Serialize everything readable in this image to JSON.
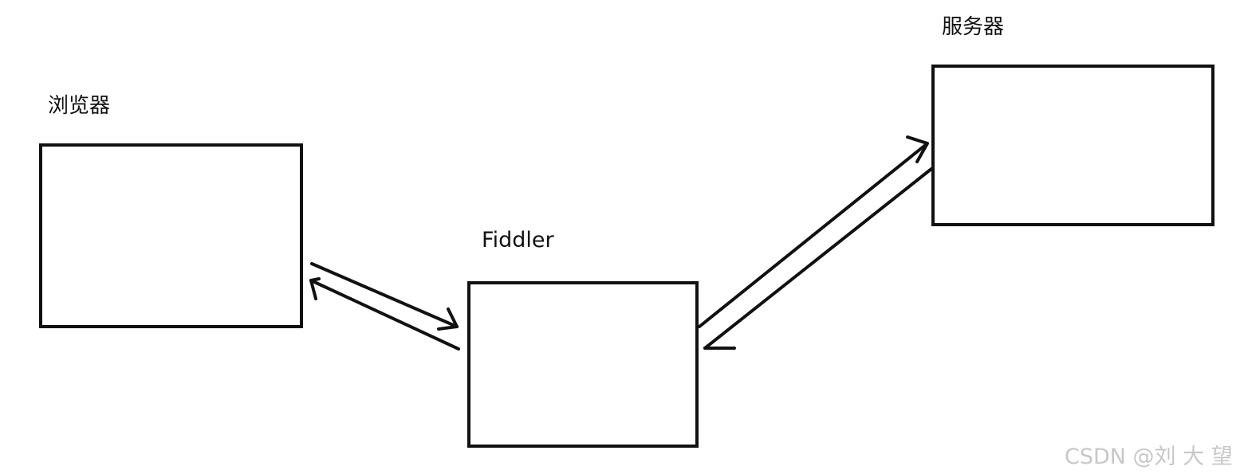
{
  "nodes": {
    "browser": {
      "label": "浏览器"
    },
    "fiddler": {
      "label": "Fiddler"
    },
    "server": {
      "label": "服务器"
    }
  },
  "edges": [
    {
      "from": "browser",
      "to": "fiddler"
    },
    {
      "from": "fiddler",
      "to": "browser"
    },
    {
      "from": "fiddler",
      "to": "server"
    },
    {
      "from": "server",
      "to": "fiddler"
    }
  ],
  "watermark": "CSDN @刘 大 望",
  "colors": {
    "stroke": "#111111",
    "background": "#ffffff",
    "watermark": "#c7c7c7"
  }
}
